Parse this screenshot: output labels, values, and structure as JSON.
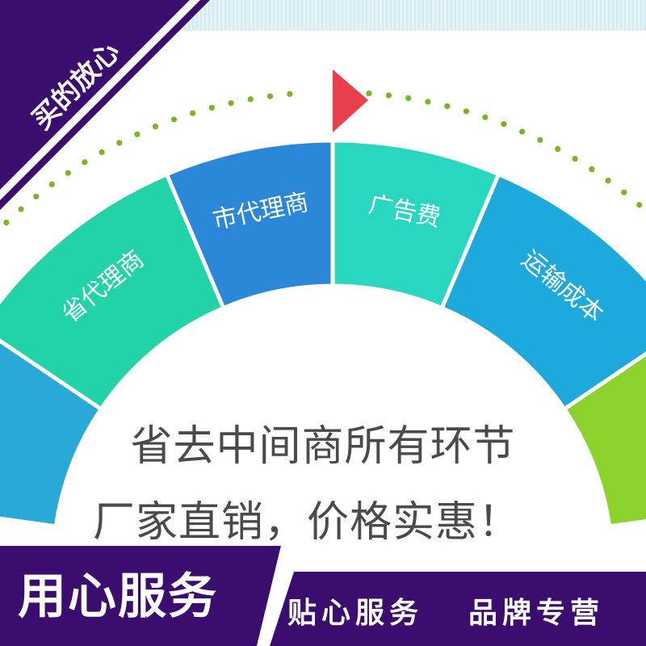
{
  "ribbon": {
    "text": "买的放心"
  },
  "wheel": {
    "segments": [
      {
        "label": "",
        "color": "#2aa8d8"
      },
      {
        "label": "省代理商",
        "color": "#23d3a8"
      },
      {
        "label": "市代理商",
        "color": "#2b88d8"
      },
      {
        "label": "广告费",
        "color": "#29d6c0"
      },
      {
        "label": "运输成本",
        "color": "#1ea9dc"
      },
      {
        "label": "",
        "color": "#8bd32a"
      }
    ],
    "dot_color": "#7ab523",
    "pointer_color": "#e8414d"
  },
  "headline": {
    "line1": "省去中间商所有环节",
    "line2": "厂家直销，价格实惠！"
  },
  "footer": {
    "title": "用心服务",
    "slogan_1": "贴心服务",
    "slogan_2": "品牌专营",
    "bar_color": "#3a0d6e"
  }
}
